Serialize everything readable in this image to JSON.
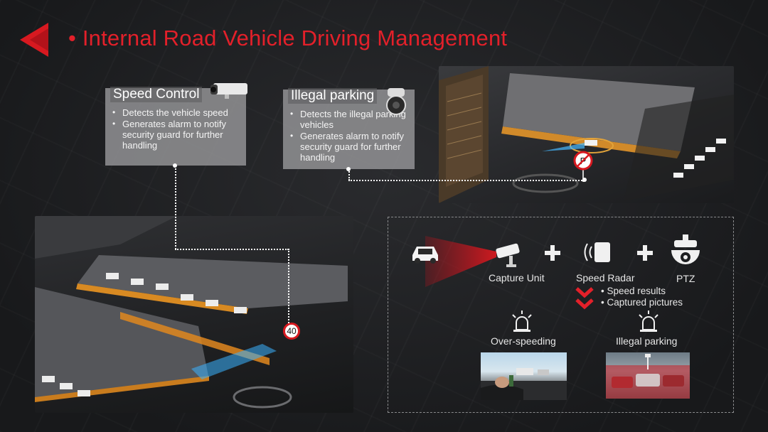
{
  "page": {
    "title": "• Internal Road Vehicle Driving Management",
    "accent_color": "#e3202a"
  },
  "speed_control": {
    "title": "Speed Control",
    "bullets": [
      "Detects the vehicle speed",
      "Generates alarm to notify security guard for further handling"
    ],
    "icon": "bullet-camera-icon"
  },
  "illegal_parking": {
    "title": "Illegal parking",
    "bullets": [
      "Detects the illegal parking vehicles",
      "Generates alarm to notify security guard for further handling"
    ],
    "icon": "ptz-camera-icon"
  },
  "scenes": {
    "speed_sign": "40",
    "no_parking_sign_icon": "no-parking-sign-icon"
  },
  "diagram": {
    "capture_unit": "Capture Unit",
    "speed_radar": "Speed Radar",
    "ptz": "PTZ",
    "results": [
      "Speed results",
      "Captured pictures"
    ],
    "over_speeding": "Over-speeding",
    "illegal_parking": "Illegal parking",
    "icons": [
      "car-icon",
      "capture-camera-icon",
      "plus-icon",
      "radar-icon",
      "ptz-camera-icon",
      "alarm-light-icon",
      "chevron-down-icon"
    ]
  }
}
